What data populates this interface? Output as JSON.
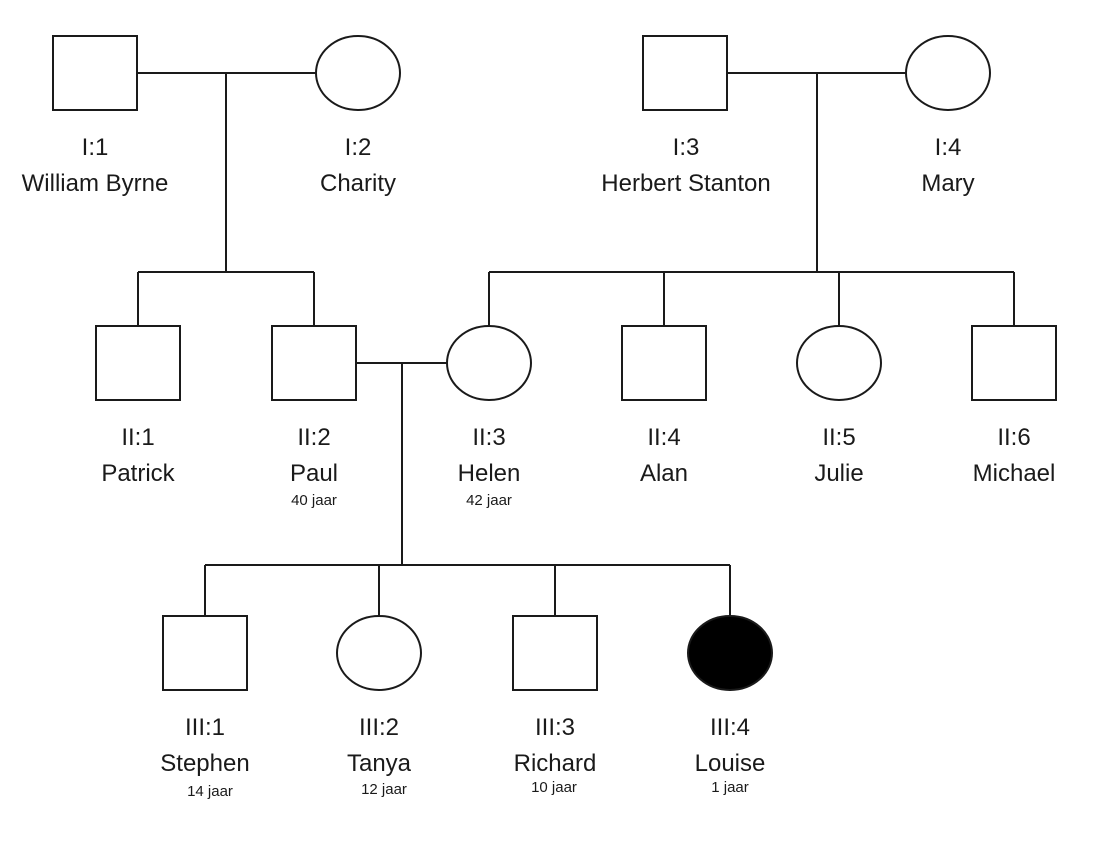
{
  "individuals": [
    {
      "key": "I1",
      "id": "I:1",
      "name": "William Byrne",
      "sex": "male",
      "affected": false
    },
    {
      "key": "I2",
      "id": "I:2",
      "name": "Charity",
      "sex": "female",
      "affected": false
    },
    {
      "key": "I3",
      "id": "I:3",
      "name": "Herbert Stanton",
      "sex": "male",
      "affected": false
    },
    {
      "key": "I4",
      "id": "I:4",
      "name": "Mary",
      "sex": "female",
      "affected": false
    },
    {
      "key": "II1",
      "id": "II:1",
      "name": "Patrick",
      "sex": "male",
      "affected": false
    },
    {
      "key": "II2",
      "id": "II:2",
      "name": "Paul",
      "sex": "male",
      "affected": false,
      "age": "40 jaar"
    },
    {
      "key": "II3",
      "id": "II:3",
      "name": "Helen",
      "sex": "female",
      "affected": false,
      "age": "42 jaar"
    },
    {
      "key": "II4",
      "id": "II:4",
      "name": "Alan",
      "sex": "male",
      "affected": false
    },
    {
      "key": "II5",
      "id": "II:5",
      "name": "Julie",
      "sex": "female",
      "affected": false
    },
    {
      "key": "II6",
      "id": "II:6",
      "name": "Michael",
      "sex": "male",
      "affected": false
    },
    {
      "key": "III1",
      "id": "III:1",
      "name": "Stephen",
      "sex": "male",
      "affected": false,
      "age": "14 jaar"
    },
    {
      "key": "III2",
      "id": "III:2",
      "name": "Tanya",
      "sex": "female",
      "affected": false,
      "age": "12 jaar"
    },
    {
      "key": "III3",
      "id": "III:3",
      "name": "Richard",
      "sex": "male",
      "affected": false,
      "age": "10 jaar"
    },
    {
      "key": "III4",
      "id": "III:4",
      "name": "Louise",
      "sex": "female",
      "affected": true,
      "age": "1 jaar"
    }
  ],
  "couples": [
    {
      "partners": [
        "I1",
        "I2"
      ],
      "children": [
        "II1",
        "II2"
      ]
    },
    {
      "partners": [
        "I3",
        "I4"
      ],
      "children": [
        "II3",
        "II4",
        "II5",
        "II6"
      ]
    },
    {
      "partners": [
        "II2",
        "II3"
      ],
      "children": [
        "III1",
        "III2",
        "III3",
        "III4"
      ]
    }
  ],
  "colors": {
    "line": "#1a1a1a",
    "affected_fill": "#000000",
    "unaffected_fill": "#ffffff"
  }
}
